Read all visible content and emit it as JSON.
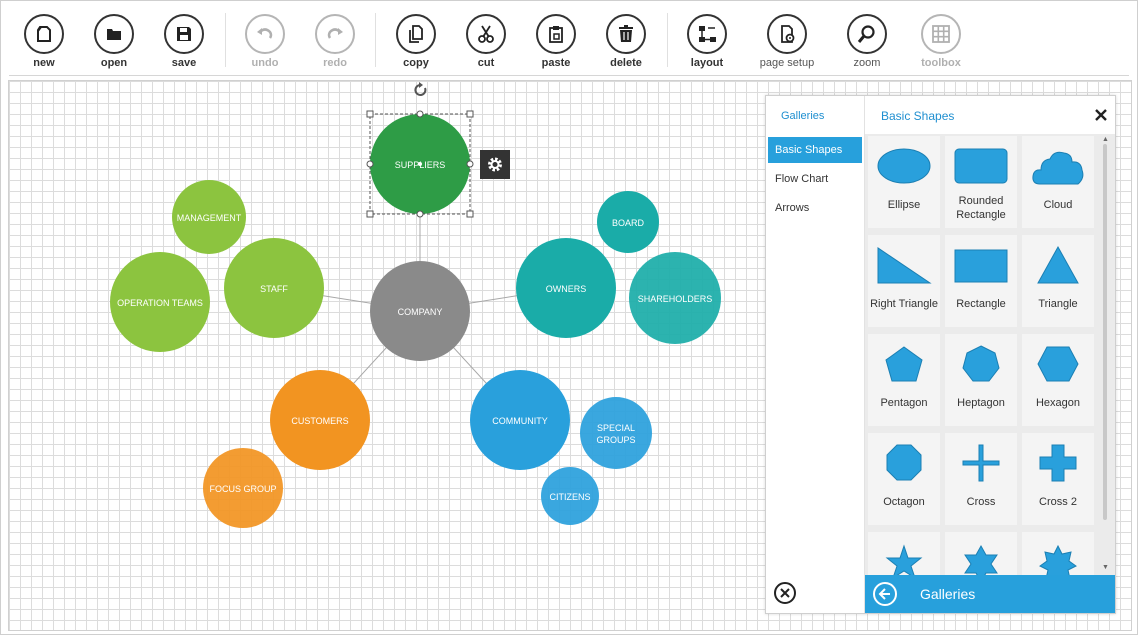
{
  "toolbar": {
    "new": "new",
    "open": "open",
    "save": "save",
    "undo": "undo",
    "redo": "redo",
    "copy": "copy",
    "cut": "cut",
    "paste": "paste",
    "delete": "delete",
    "layout": "layout",
    "page_setup": "page setup",
    "zoom": "zoom",
    "toolbox": "toolbox"
  },
  "diagram": {
    "nodes": {
      "suppliers": "SUPPLIERS",
      "management": "MANAGEMENT",
      "staff": "STAFF",
      "operation_teams": "OPERATION TEAMS",
      "company": "COMPANY",
      "owners": "OWNERS",
      "board": "BOARD",
      "shareholders": "SHAREHOLDERS",
      "customers": "CUSTOMERS",
      "focus_group": "FOCUS GROUP",
      "community": "COMMUNITY",
      "special_groups_1": "SPECIAL",
      "special_groups_2": "GROUPS",
      "citizens": "CITIZENS"
    },
    "colors": {
      "green_dark": "#2e9c46",
      "green_light": "#8cc43f",
      "gray": "#8a8a8a",
      "teal": "#1aaca8",
      "orange": "#f29421",
      "blue": "#29a0dc"
    }
  },
  "gallery": {
    "title": "Galleries",
    "items": [
      "Basic Shapes",
      "Flow Chart",
      "Arrows"
    ],
    "active": "Basic Shapes",
    "shapes_title": "Basic Shapes",
    "shapes": [
      "Ellipse",
      "Rounded Rectangle",
      "Cloud",
      "Right Triangle",
      "Rectangle",
      "Triangle",
      "Pentagon",
      "Heptagon",
      "Hexagon",
      "Octagon",
      "Cross",
      "Cross 2"
    ],
    "footer": "Galleries",
    "shape_color": "#29a0dc"
  }
}
